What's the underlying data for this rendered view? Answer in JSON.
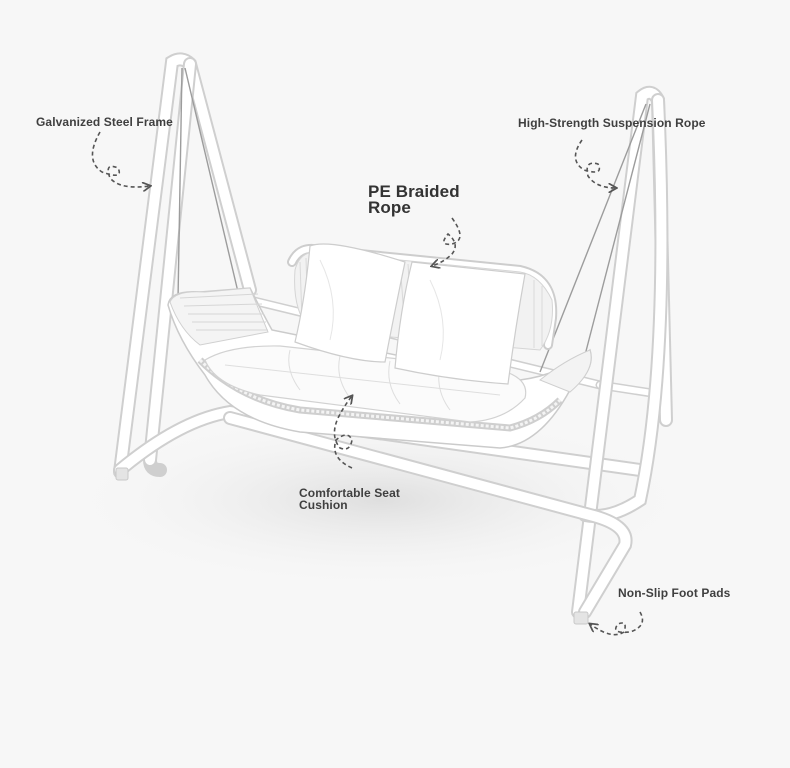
{
  "labels": {
    "frame": "Galvanized Steel Frame",
    "suspension_rope": "High-Strength Suspension Rope",
    "pe_rope_line1": "PE Braided",
    "pe_rope_line2": "Rope",
    "cushion_line1": "Comfortable Seat",
    "cushion_line2": "Cushion",
    "foot_pads": "Non-Slip Foot Pads"
  },
  "colors": {
    "background": "#f7f7f7",
    "frame": "#ffffff",
    "outline": "#c8c8c8",
    "annotation": "#555555"
  }
}
